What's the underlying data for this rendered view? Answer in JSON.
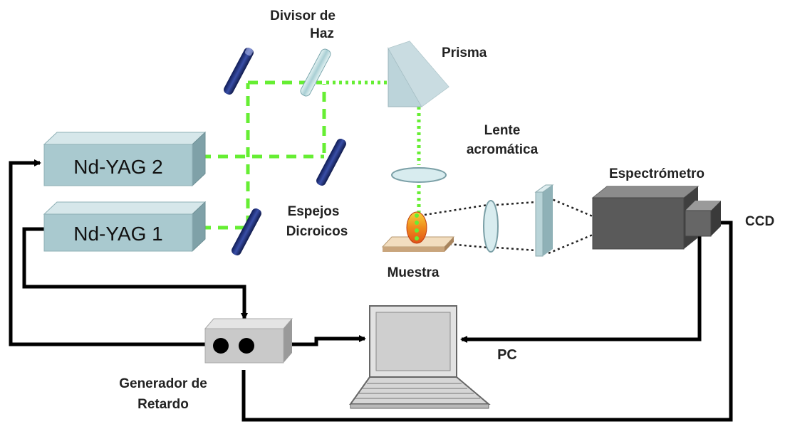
{
  "colors": {
    "beam": "#66ee33",
    "cable": "#000000",
    "laser_front": "#a9c9cf",
    "laser_top": "#d6e7ea",
    "laser_side": "#7fa1a8",
    "mirror": "#1f2f7a",
    "splitter": "#b8dde0",
    "prism": "#bcd4da",
    "spectrometer": "#5a5a5a",
    "sample": "#e8c9a0",
    "plasma": "#f28a1a"
  },
  "labels": {
    "laser2": "Nd-YAG 2",
    "laser1": "Nd-YAG 1",
    "splitter": [
      "Divisor de",
      "Haz"
    ],
    "prism": "Prisma",
    "lens": [
      "Lente",
      "acromática"
    ],
    "mirrors": [
      "Espejos",
      "Dicroicos"
    ],
    "sample": "Muestra",
    "spectrometer": "Espectrómetro",
    "ccd": "CCD",
    "pc": "PC",
    "delay": [
      "Generador de",
      "Retardo"
    ]
  },
  "icons": {
    "mirror": "dichroic-mirror-icon",
    "splitter": "beam-splitter-icon",
    "prism": "prism-icon",
    "lens": "lens-icon",
    "computer": "computer-icon"
  }
}
